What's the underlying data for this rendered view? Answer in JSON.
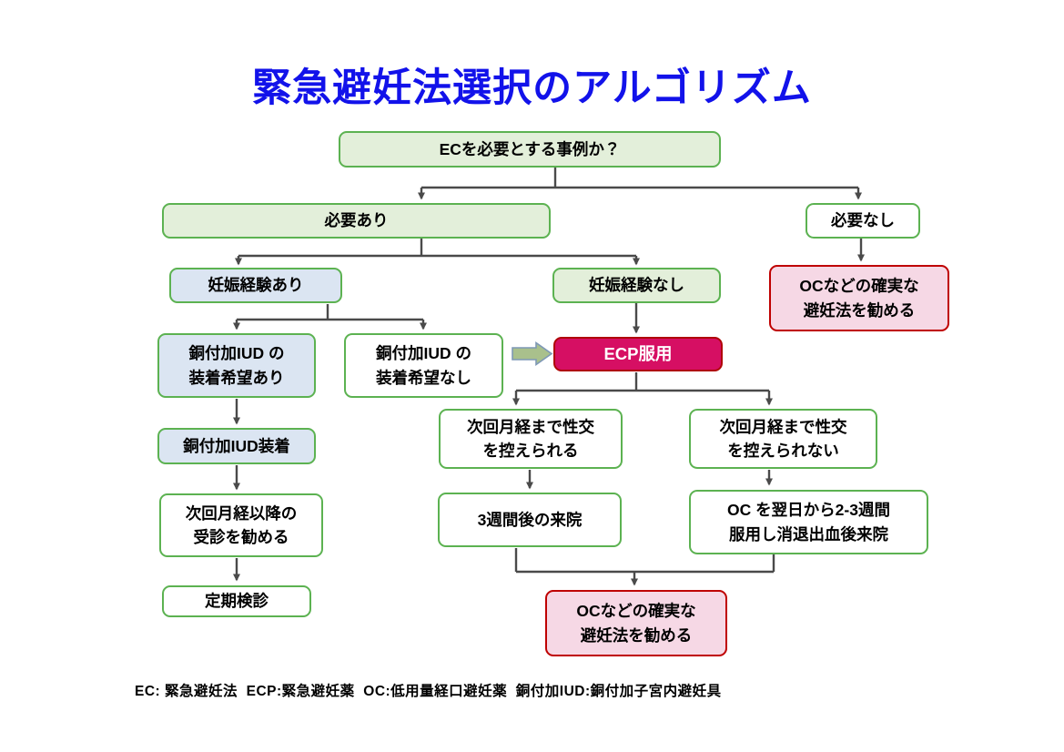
{
  "title": "緊急避妊法選択のアルゴリズム",
  "nodes": {
    "ec_needed": "ECを必要とする事例か？",
    "need_yes": "必要あり",
    "need_no": "必要なし",
    "preg_yes": "妊娠経験あり",
    "preg_no": "妊娠経験なし",
    "oc_recommend_right": "OCなどの確実な\n避妊法を勧める",
    "iud_want_yes": "銅付加IUD の\n装着希望あり",
    "iud_want_no": "銅付加IUD の\n装着希望なし",
    "ecp": "ECP服用",
    "iud_fit": "銅付加IUD装着",
    "abstain_yes": "次回月経まで性交\nを控えられる",
    "abstain_no": "次回月経まで性交\nを控えられない",
    "next_visit": "次回月経以降の\n受診を勧める",
    "visit_3weeks": "3週間後の来院",
    "oc_2_3weeks": "OC を翌日から2-3週間\n服用し消退出血後来院",
    "checkup": "定期検診",
    "oc_recommend_bottom": "OCなどの確実な\n避妊法を勧める"
  },
  "footer": "EC: 緊急避妊法  ECP:緊急避妊薬  OC:低用量経口避妊薬  銅付加IUD:銅付加子宮内避妊具",
  "colors": {
    "title_blue": "#1212ea",
    "green_border": "#5cb251",
    "green_fill": "#e3efda",
    "blue_fill": "#dbe5f2",
    "pink_fill": "#f6d8e5",
    "red_border": "#bf0000",
    "crimson_fill": "#d60f63",
    "connector_gray": "#4a4a4a",
    "pointer_arrow_fill": "#a9c08c",
    "pointer_arrow_border": "#7e98b6"
  }
}
